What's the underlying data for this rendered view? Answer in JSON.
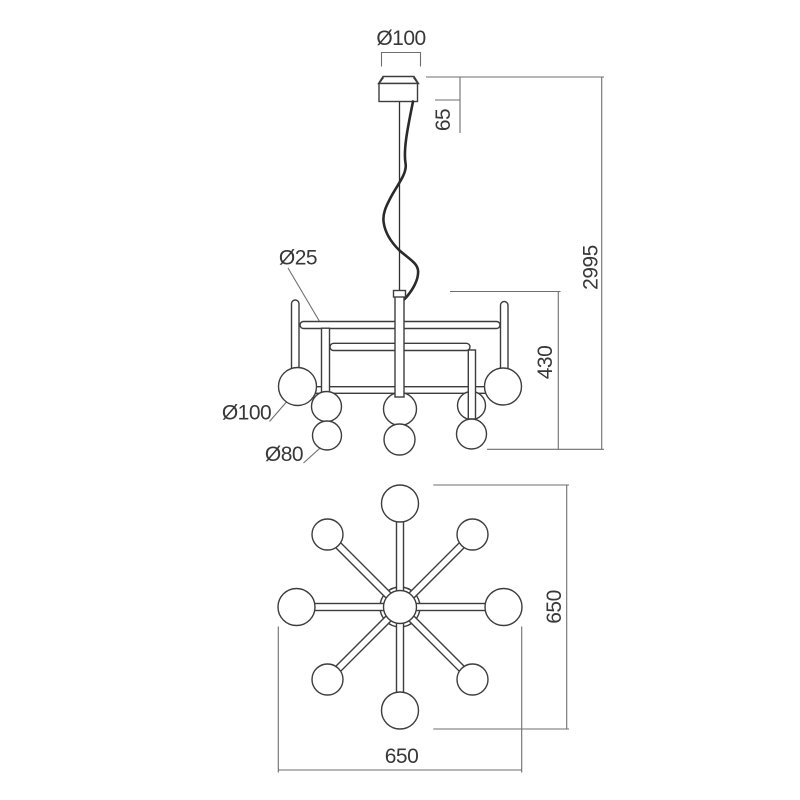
{
  "page": {
    "background": "#ffffff",
    "kind": "technical-dimension-drawing",
    "subject": "8-light sphere chandelier, side elevation and plan view"
  },
  "colors": {
    "geometry_line": "#3d3d3d",
    "dimension_line": "#6e6e6e",
    "label_text": "#383838",
    "background": "#ffffff"
  },
  "side_view": {
    "canopy_diameter": "Ø100",
    "canopy_height": "65",
    "overall_drop": "2995",
    "body_height": "430",
    "rod_diameter": "Ø25",
    "large_sphere_diameter": "Ø100",
    "small_sphere_diameter": "Ø80"
  },
  "plan_view": {
    "overall_width": "650",
    "overall_depth": "650"
  }
}
